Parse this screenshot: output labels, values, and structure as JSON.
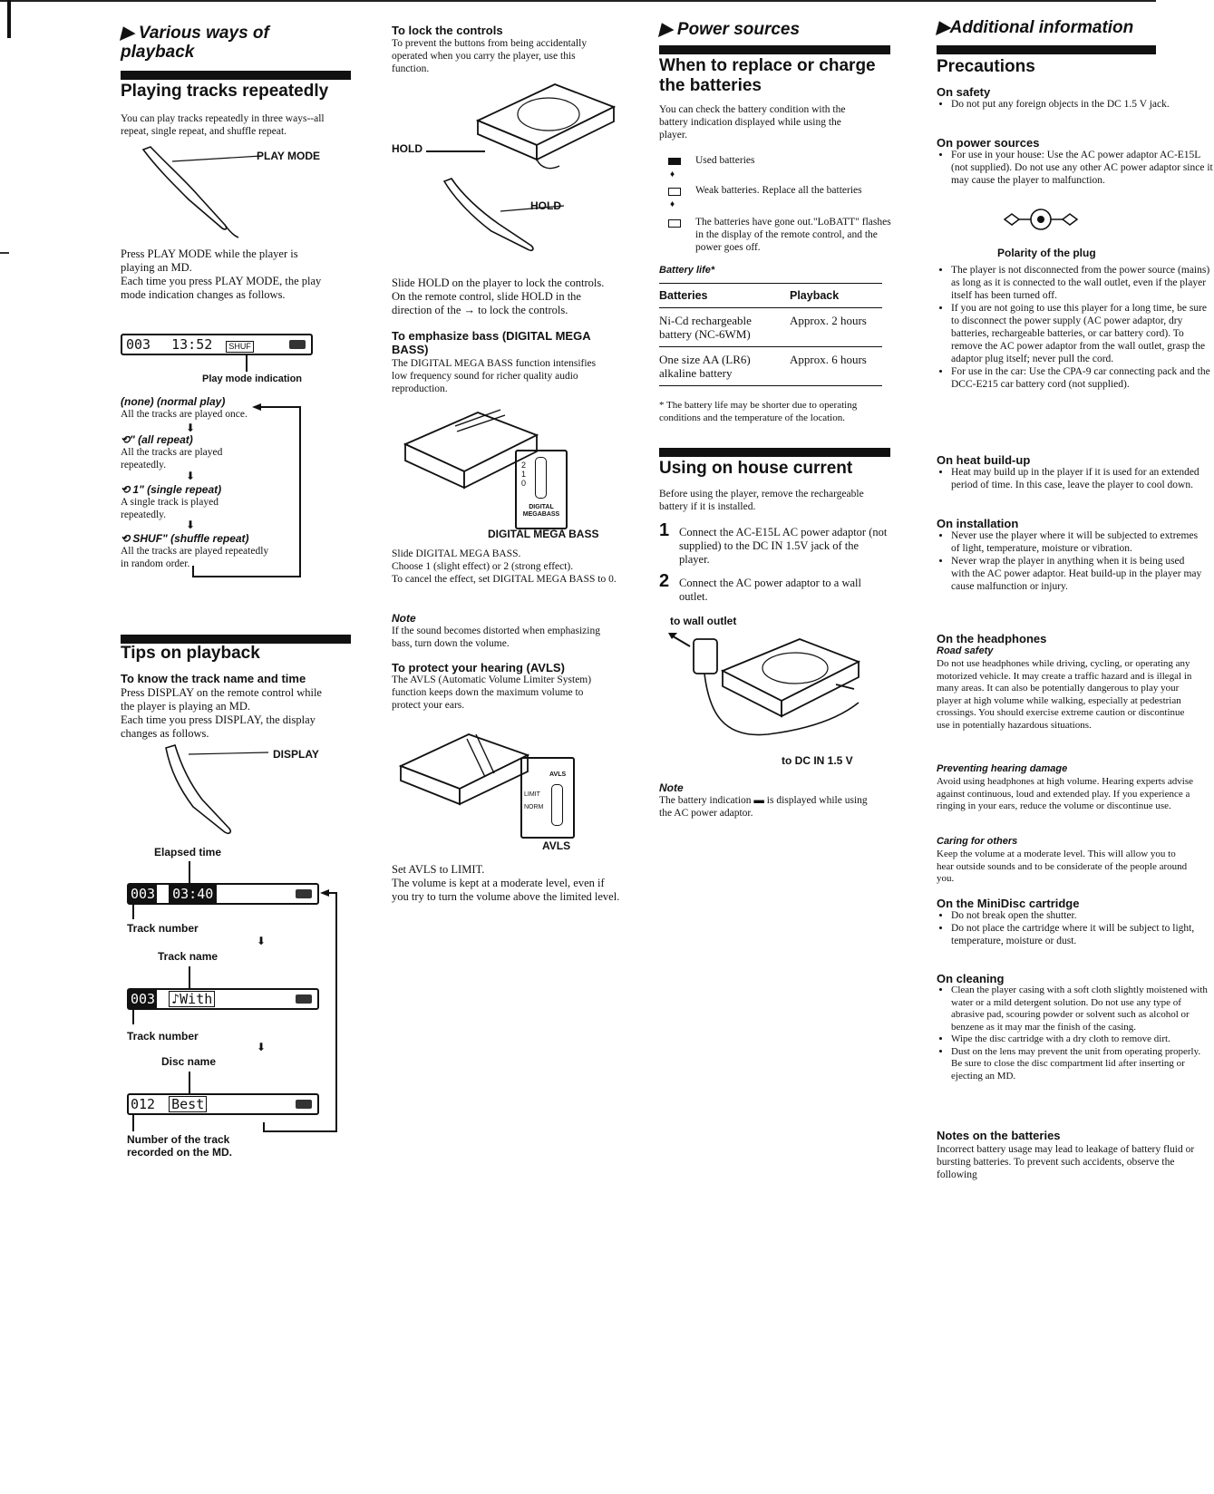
{
  "col1": {
    "section_tag": "Various ways of playback",
    "title": "Playing tracks repeatedly",
    "intro": "You can play tracks repeatedly in three ways--all repeat, single repeat, and shuffle repeat.",
    "playmode_label": "PLAY MODE",
    "press_text": "Press PLAY MODE while the player is playing an MD.\nEach time you press PLAY MODE, the play mode indication changes as follows.",
    "lcd1_track": "003",
    "lcd1_time": "13:52",
    "lcd1_mode": "SHUF",
    "play_mode_indication": "Play mode indication",
    "modes": [
      {
        "name": "(none) (normal play)",
        "desc": "All the tracks are played once."
      },
      {
        "name": "\" (all repeat)",
        "desc": "All the tracks are played repeatedly."
      },
      {
        "name": "1\" (single repeat)",
        "desc": "A single track is played repeatedly."
      },
      {
        "name": "SHUF\" (shuffle repeat)",
        "desc": "All the tracks are played repeatedly in random order."
      }
    ],
    "tips_title": "Tips on playback",
    "know_title": "To know the track name and time",
    "know_text": "Press DISPLAY on the remote control while the player is playing an MD.\nEach time you press DISPLAY, the display changes as follows.",
    "display_label": "DISPLAY",
    "elapsed_time": "Elapsed time",
    "lcd2_track": "003",
    "lcd2_time": "03:40",
    "track_number_1": "Track number",
    "track_name": "Track name",
    "lcd3_track": "003",
    "lcd3_name": "♪With",
    "track_number_2": "Track number",
    "disc_name": "Disc name",
    "lcd4_track": "012",
    "lcd4_name": "Best",
    "number_recorded": "Number of the track recorded on the MD."
  },
  "col2": {
    "lock_title": "To lock the controls",
    "lock_text": "To prevent the buttons from being accidentally operated when you carry the player, use this function.",
    "hold_label_1": "HOLD",
    "hold_label_2": "HOLD",
    "hold_text": "Slide HOLD on the player to lock the controls. On the remote control, slide HOLD in the direction of the → to lock the controls.",
    "bass_title": "To emphasize bass (DIGITAL MEGA BASS)",
    "bass_text": "The DIGITAL MEGA BASS function intensifies low frequency sound for richer quality audio reproduction.",
    "switch_scale": "2\n1\n0",
    "switch_small": "DIGITAL MEGABASS",
    "bass_label": "DIGITAL MEGA BASS",
    "bass_instr": "Slide DIGITAL MEGA BASS.\nChoose 1 (slight effect) or 2 (strong effect).\nTo cancel the effect, set DIGITAL MEGA BASS to 0.",
    "note_title": "Note",
    "note_text": "If the sound becomes distorted when emphasizing bass, turn down the volume.",
    "avls_title": "To protect your hearing (AVLS)",
    "avls_text": "The AVLS (Automatic Volume Limiter System) function keeps down the maximum volume to protect your ears.",
    "avls_small": "AVLS",
    "avls_limit": "LIMIT",
    "avls_norm": "NORM",
    "avls_label": "AVLS",
    "avls_instr": "Set AVLS to LIMIT.\nThe volume is kept at a moderate level, even if you try to turn the volume above the limited level."
  },
  "col3": {
    "section_tag": "Power sources",
    "title": "When to replace or charge the batteries",
    "intro": "You can check the battery condition with the battery indication displayed while using the player.",
    "used": "Used batteries",
    "weak": "Weak batteries. Replace all the batteries",
    "out": "The batteries have gone out.\"LoBATT\" flashes in the display of the remote control, and the power goes off.",
    "battery_life": "Battery life*",
    "table_headers": [
      "Batteries",
      "Playback"
    ],
    "table_rows": [
      [
        "Ni-Cd rechargeable battery (NC-6WM)",
        "Approx. 2 hours"
      ],
      [
        "One size AA (LR6) alkaline battery",
        "Approx. 6 hours"
      ]
    ],
    "footnote": "* The battery life may be shorter due to operating conditions and the temperature of the location.",
    "house_title": "Using on house current",
    "house_intro": "Before using the player, remove the rechargeable battery if it is installed.",
    "step1_num": "1",
    "step1": "Connect the AC-E15L AC power adaptor (not supplied) to the DC IN 1.5V jack of the player.",
    "step2_num": "2",
    "step2": "Connect the AC power adaptor to a wall outlet.",
    "to_wall": "to wall outlet",
    "to_dc": "to DC IN 1.5 V",
    "note_title": "Note",
    "note_text": "The battery indication ▬ is displayed while using the AC power adaptor."
  },
  "col4": {
    "section_tag": "Additional information",
    "title": "Precautions",
    "safety_title": "On safety",
    "safety": [
      "Do not put any foreign objects in the DC 1.5 V jack."
    ],
    "power_title": "On power sources",
    "power": [
      "For use in your house: Use the AC power adaptor AC-E15L (not supplied). Do not use any other AC power adaptor since it may cause the player to malfunction."
    ],
    "polarity": "Polarity of the plug",
    "power2": [
      "The player is not disconnected from the power source (mains) as long as it is connected to the wall outlet, even if the player itself has been turned off.",
      "If you are not going to use this player for a long time, be sure to disconnect the power supply (AC power adaptor, dry batteries, rechargeable batteries, or car battery cord). To remove the AC power adaptor from the wall outlet, grasp the adaptor plug itself; never pull the cord.",
      "For use in the car: Use the CPA-9 car connecting pack and the DCC-E215 car battery cord (not supplied)."
    ],
    "heat_title": "On heat build-up",
    "heat": [
      "Heat may build up in the player if it is used for an extended period of time. In this case, leave the player to cool down."
    ],
    "install_title": "On installation",
    "install": [
      "Never use the player where it will be subjected to extremes of light, temperature, moisture or vibration.",
      "Never wrap the player in anything when it is being used with the AC power adaptor. Heat build-up in the player may cause malfunction or injury."
    ],
    "headphones_title": "On the headphones",
    "road_title": "Road safety",
    "road": "Do not use headphones while driving, cycling, or operating any motorized vehicle. It may create a traffic hazard and is illegal in many areas. It can also be potentially dangerous to play your player at high volume while walking, especially at pedestrian crossings. You should exercise extreme caution or discontinue use in potentially hazardous situations.",
    "hearing_title": "Preventing hearing damage",
    "hearing": "Avoid using headphones at high volume. Hearing experts advise against continuous, loud and extended play. If you experience a ringing in your ears, reduce the volume or discontinue use.",
    "others_title": "Caring for others",
    "others": "Keep the volume at a moderate level. This will allow you to hear outside sounds and to be considerate of the people around you.",
    "cart_title": "On the MiniDisc cartridge",
    "cart": [
      "Do not break open the shutter.",
      "Do not place the cartridge where it will be subject to light, temperature, moisture or dust."
    ],
    "clean_title": "On cleaning",
    "clean": [
      "Clean the player casing with a soft cloth slightly moistened with water or a mild detergent solution. Do not use any type of abrasive pad, scouring powder or solvent such as alcohol or benzene as it may mar the finish of the casing.",
      "Wipe the disc cartridge with a dry cloth to remove dirt.",
      "Dust on the lens may prevent the unit from operating properly. Be sure to close the disc compartment lid after inserting or ejecting an MD."
    ],
    "batt_title": "Notes on the batteries",
    "batt_text": "Incorrect battery usage may lead to leakage of battery fluid or bursting batteries. To prevent such accidents, observe the following"
  }
}
